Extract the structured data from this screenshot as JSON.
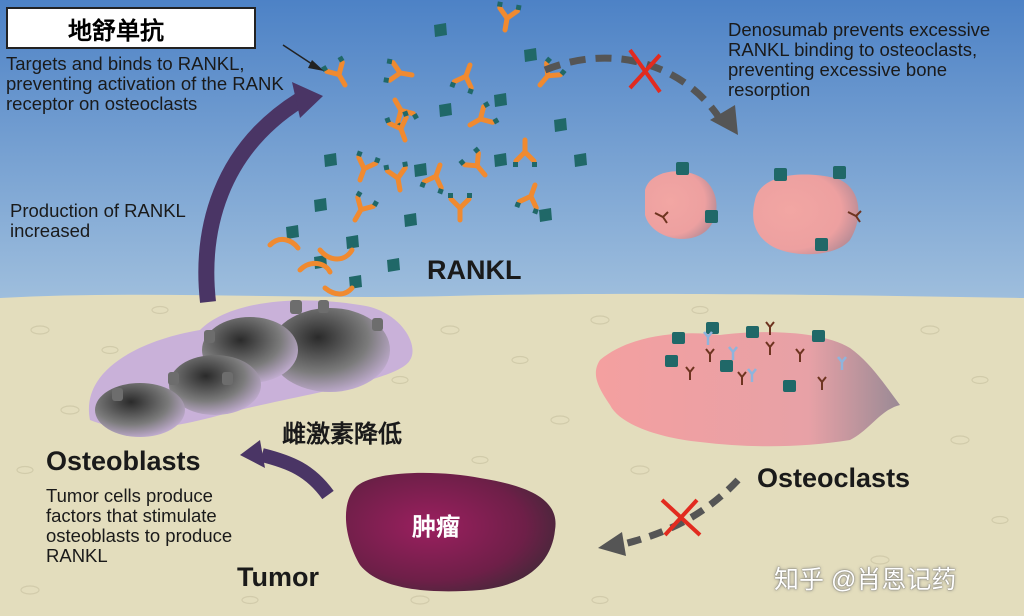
{
  "drug_name": "地舒单抗",
  "drug_description": "Targets and binds to RANKL, preventing activation of the RANK receptor on osteoclasts",
  "denosumab_effect": "Denosumab prevents excessive RANKL binding to osteoclasts, preventing excessive bone resorption",
  "rankl_production": "Production of RANKL increased",
  "rankl_label": "RANKL",
  "estrogen_label": "雌激素降低",
  "osteoblasts_label": "Osteoblasts",
  "osteoblasts_description": "Tumor cells produce factors that stimulate osteoblasts to produce RANKL",
  "osteoclasts_label": "Osteoclasts",
  "tumor_label": "Tumor",
  "tumor_cn_label": "肿瘤",
  "watermark": "知乎 @肖恩记药",
  "colors": {
    "sky_top": "#4d82c6",
    "sky_bottom": "#e8f0f4",
    "ground": "#e3ddbd",
    "antibody": "#f08a30",
    "rankl": "#206868",
    "arrow_purple": "#4a3565",
    "arrow_grey": "#555555",
    "cross_red": "#e22b1f",
    "tumor": "#8e1f59",
    "osteoclast_pink": "#f1a5a5",
    "osteoblast_grey": "#666666"
  }
}
